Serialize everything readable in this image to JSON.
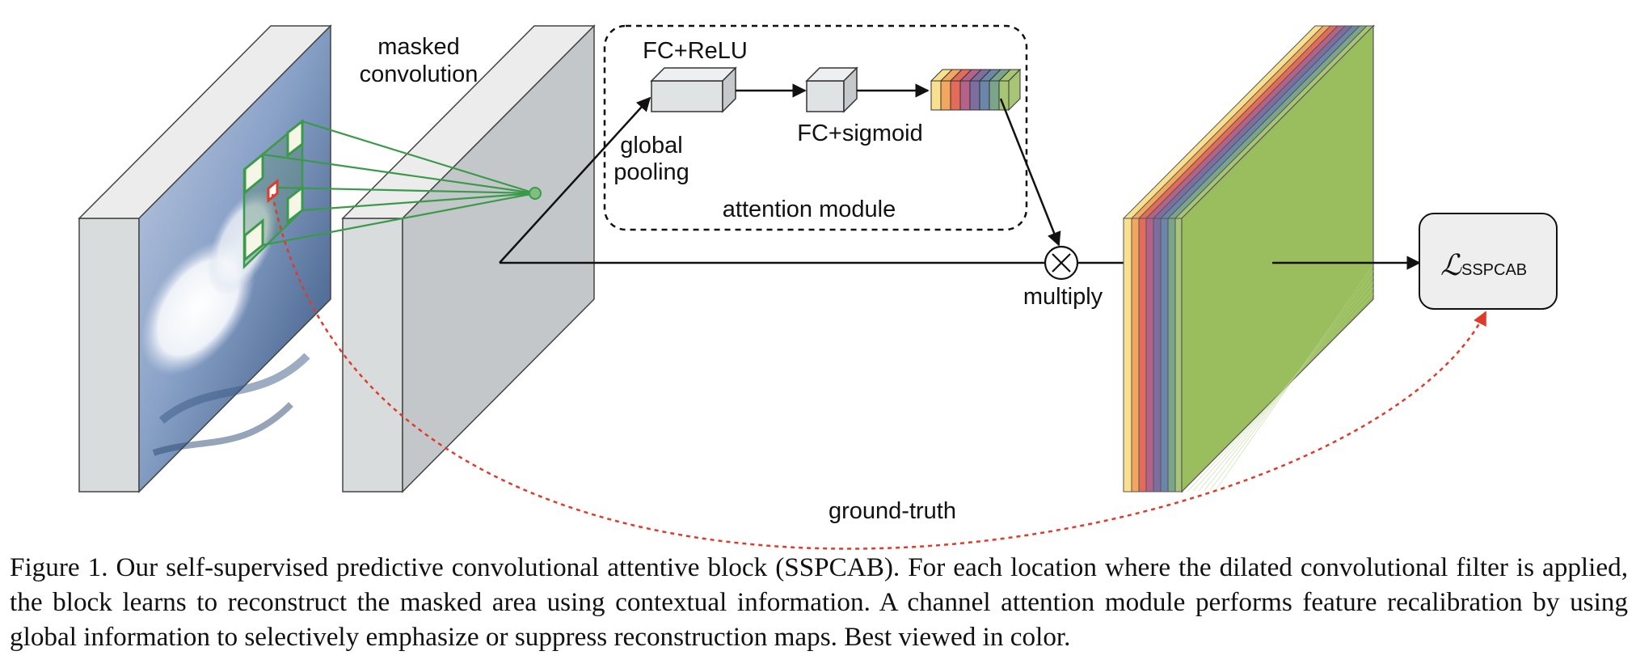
{
  "labels": {
    "masked_convolution_line1": "masked",
    "masked_convolution_line2": "convolution",
    "fc_relu": "FC+ReLU",
    "fc_sigmoid": "FC+sigmoid",
    "global_pooling_line1": "global",
    "global_pooling_line2": "pooling",
    "attention_module": "attention module",
    "multiply": "multiply",
    "ground_truth": "ground-truth",
    "loss_symbol": "ℒ",
    "loss_subscript": "SSPCAB"
  },
  "caption": "Figure 1. Our self-supervised predictive convolutional attentive block (SSPCAB). For each location where the dilated convolutional filter is applied, the block learns to reconstruct the masked area using contextual information.  A channel attention module performs feature recalibration by using global information to selectively emphasize or suppress reconstruction maps. Best viewed in color.",
  "colors": {
    "channel_stripes": [
      "#f8e08e",
      "#f2a65e",
      "#e26b5a",
      "#b5628a",
      "#7d6ea0",
      "#6b86a8",
      "#7aa58a",
      "#a8c576"
    ],
    "output_face": "#9abd5e",
    "filter_green": "#3a9a4a",
    "ground_truth_arrow": "#e03a2a",
    "block_face": "#d9dcdd"
  }
}
